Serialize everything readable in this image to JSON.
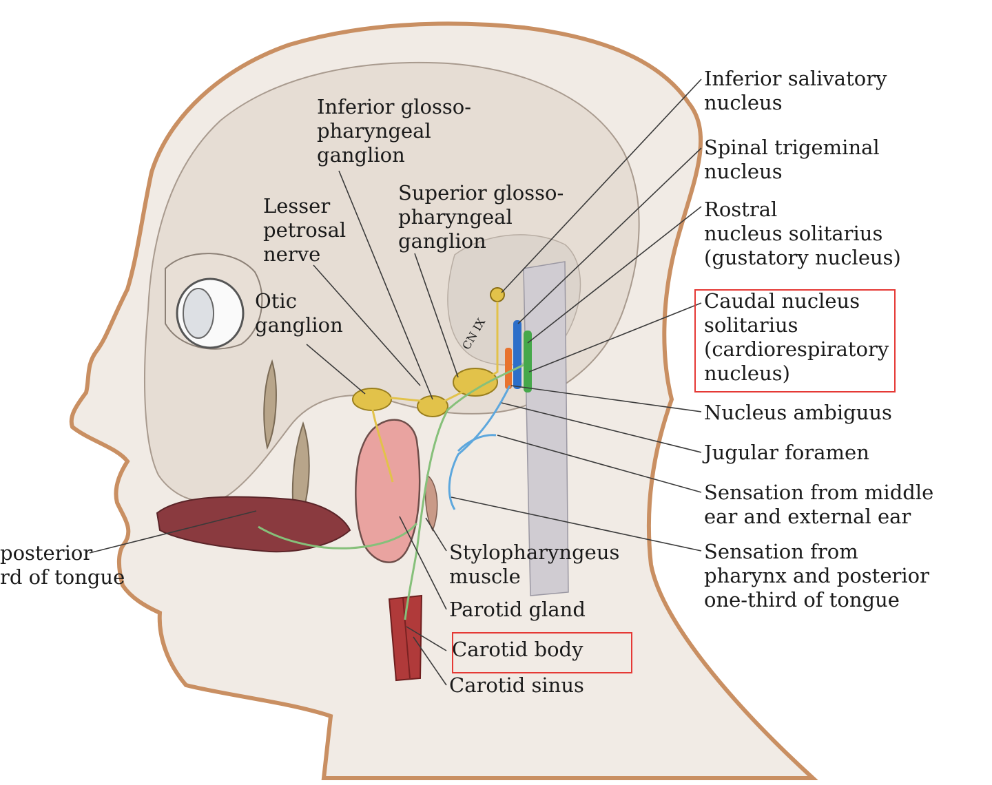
{
  "labels": {
    "inferior_salivatory": [
      "Inferior salivatory",
      "nucleus"
    ],
    "spinal_trigeminal": [
      "Spinal trigeminal",
      "nucleus"
    ],
    "rostral_solitarius": [
      "Rostral",
      "nucleus solitarius",
      "(gustatory nucleus)"
    ],
    "caudal_solitarius": [
      "Caudal nucleus",
      "solitarius",
      "(cardiorespiratory",
      "nucleus)"
    ],
    "nucleus_ambiguus": "Nucleus ambiguus",
    "jugular_foramen": "Jugular foramen",
    "sensation_ear": [
      "Sensation from middle",
      "ear and external ear"
    ],
    "sensation_pharynx": [
      "Sensation from",
      "pharynx and posterior",
      "one-third of tongue"
    ],
    "inferior_ganglion": [
      "Inferior glosso-",
      "pharyngeal",
      "ganglion"
    ],
    "superior_ganglion": [
      "Superior glosso-",
      "pharyngeal",
      "ganglion"
    ],
    "lesser_petrosal": [
      "Lesser",
      "petrosal",
      "nerve"
    ],
    "otic_ganglion": [
      "Otic",
      "ganglion"
    ],
    "tongue_left": [
      "posterior",
      "rd of tongue"
    ],
    "stylopharyngeus": [
      "Stylopharyngeus",
      "muscle"
    ],
    "parotid_gland": "Parotid gland",
    "carotid_body": "Carotid body",
    "carotid_sinus": "Carotid sinus",
    "cn_ix": "CN IX"
  },
  "highlight_color": "#e53935"
}
